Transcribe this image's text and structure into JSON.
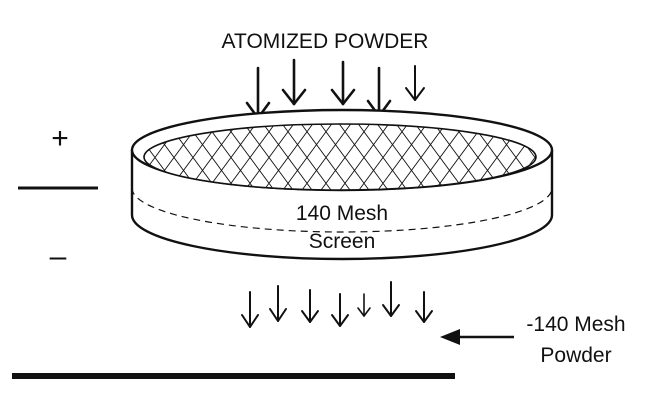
{
  "labels": {
    "title": "ATOMIZED POWDER",
    "plus": "+",
    "minus": "–",
    "screen_line1": "140 Mesh",
    "screen_line2": "Screen",
    "output_line1": "-140 Mesh",
    "output_line2": "Powder"
  },
  "colors": {
    "stroke": "#111111",
    "background": "#ffffff"
  },
  "icons": {
    "arrow": "arrow-down-icon",
    "pointer": "arrow-left-icon"
  }
}
